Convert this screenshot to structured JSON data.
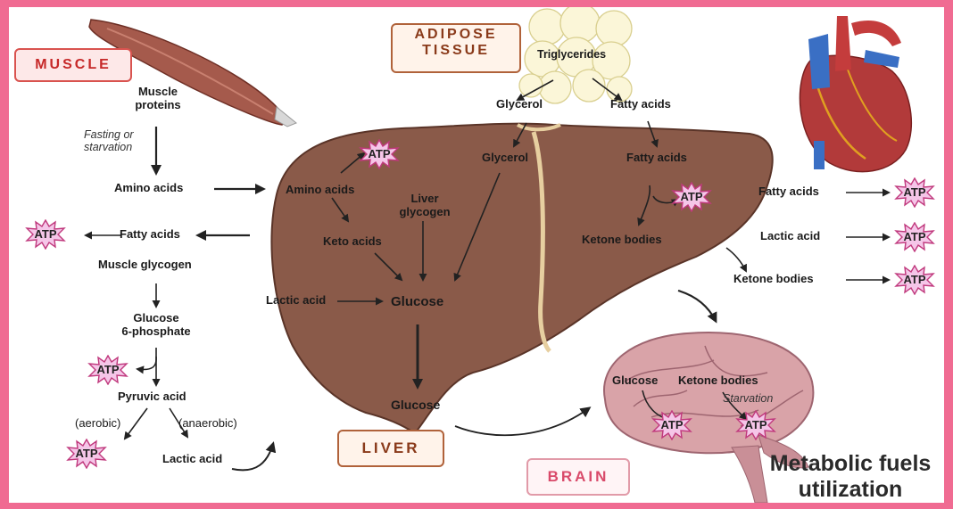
{
  "organs": {
    "muscle": "MUSCLE",
    "adipose": "ADIPOSE\nTISSUE",
    "liver": "LIVER",
    "brain": "BRAIN"
  },
  "muscle": {
    "proteins": "Muscle\nproteins",
    "fasting": "Fasting or\nstarvation",
    "amino_acids": "Amino acids",
    "fatty_acids": "Fatty acids",
    "glycogen": "Muscle glycogen",
    "g6p": "Glucose\n6-phosphate",
    "pyruvic": "Pyruvic acid",
    "aerobic": "(aerobic)",
    "anaerobic": "(anaerobic)",
    "lactic": "Lactic acid"
  },
  "adipose": {
    "triglycerides": "Triglycerides",
    "glycerol": "Glycerol",
    "fatty_acids": "Fatty acids"
  },
  "liver": {
    "amino_acids": "Amino acids",
    "keto_acids": "Keto acids",
    "liver_glycogen": "Liver\nglycogen",
    "glycerol": "Glycerol",
    "fatty_acids": "Fatty acids",
    "ketone_bodies": "Ketone bodies",
    "lactic_acid": "Lactic acid",
    "glucose": "Glucose",
    "glucose_out": "Glucose"
  },
  "heart": {
    "fatty_acids": "Fatty acids",
    "lactic_acid": "Lactic acid",
    "ketone_bodies": "Ketone bodies"
  },
  "brain": {
    "glucose": "Glucose",
    "ketone_bodies": "Ketone bodies",
    "starvation": "Starvation"
  },
  "atp_label": "ATP",
  "title": "Metabolic fuels\nutilization",
  "colors": {
    "background": "#f06b92",
    "liver": "#8a5a49",
    "muscle": "#a55a4c",
    "brain": "#d9a3a8",
    "atp_star": "#f5c6e8",
    "atp_star_border": "#c0397d"
  }
}
